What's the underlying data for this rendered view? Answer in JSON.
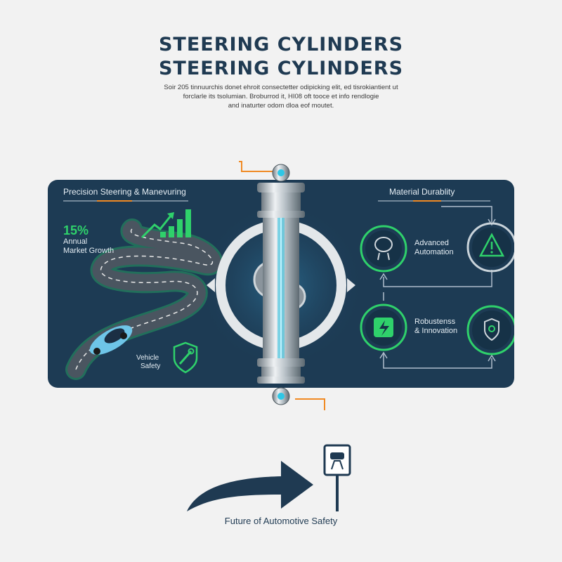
{
  "header": {
    "title_line1": "STEERING CYLINDERS",
    "title_line2": "STEERING CYLINDERS",
    "subtitle_line1": "Soir 205 tinnuurchis donet ehroit consectetter odipicking elit, ed tisrokiantient ut",
    "subtitle_line2": "forclarle its tsolumian. Broburrod it, HI08 oft tooce et info rendlogie",
    "subtitle_line3": "and inaturter odom dloa eof moutet."
  },
  "left": {
    "heading": "Precision Steering & Manevuring",
    "stat_value": "15%",
    "stat_label_line1": "Annual",
    "stat_label_line2": "Market Growth",
    "safety_label_line1": "Vehicle",
    "safety_label_line2": "Safety"
  },
  "right": {
    "heading": "Material Durablity",
    "item1_line1": "Advanced",
    "item1_line2": "Automation",
    "item2_line1": "Robustenss",
    "item2_line2": "& Innovation"
  },
  "footer": {
    "label": "Future of Automotive Safety"
  },
  "colors": {
    "panel": "#1d3b54",
    "accent_green": "#2fd16b",
    "accent_orange": "#f08a24",
    "navy": "#1f3a52",
    "cyan": "#2ec7e6"
  },
  "icons": [
    "line-chart-arrow-icon",
    "wrench-shield-icon",
    "brain-icon",
    "warning-icon",
    "lightning-box-icon",
    "shield-gear-icon",
    "arrow-right-icon",
    "road-sign-icon"
  ]
}
